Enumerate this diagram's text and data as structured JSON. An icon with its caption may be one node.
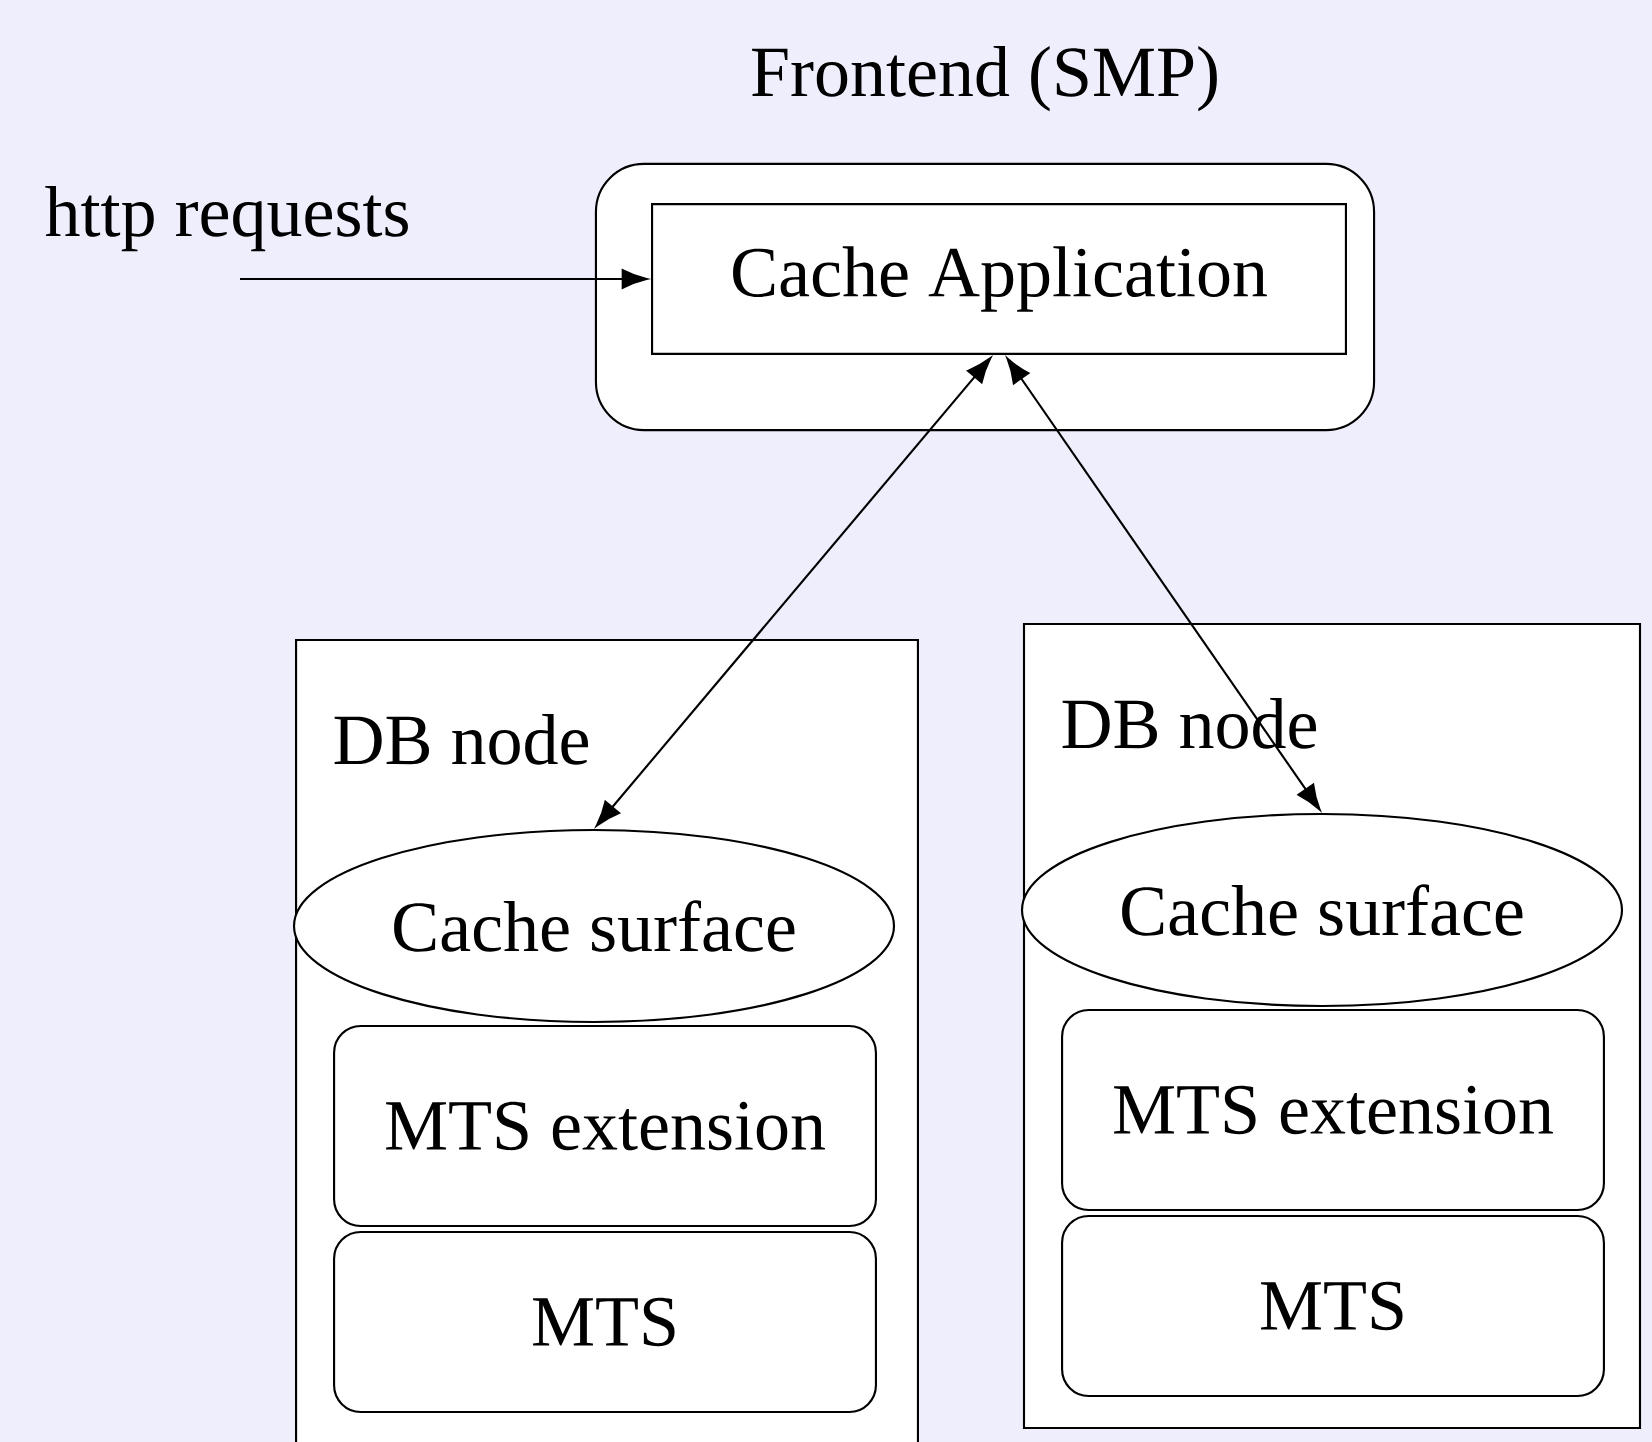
{
  "diagram": {
    "nodes": [
      {
        "text": [
          "Frontend (SMP)"
        ]
      },
      {
        "text": [
          "Cache Application"
        ],
        "in": 0
      },
      {
        "text": [
          "DB node"
        ]
      },
      {
        "text": [
          "Cache surface"
        ],
        "in": 2
      },
      {
        "text": [
          "MTS extension"
        ],
        "in": 2
      },
      {
        "text": [
          "MTS"
        ],
        "in": 2
      },
      {
        "text": [
          "DB node"
        ]
      },
      {
        "text": [
          "Cache surface"
        ],
        "in": 6
      },
      {
        "text": [
          "MTS extension"
        ],
        "in": 6
      },
      {
        "text": [
          "MTS"
        ],
        "in": 6
      }
    ],
    "edges": [
      {
        "from": null,
        "to": 1,
        "arrow": "to"
      },
      {
        "from": 1,
        "to": 3,
        "arrow": "both"
      },
      {
        "from": 1,
        "to": 7,
        "arrow": "both"
      }
    ],
    "labels": [
      "http requests"
    ]
  }
}
